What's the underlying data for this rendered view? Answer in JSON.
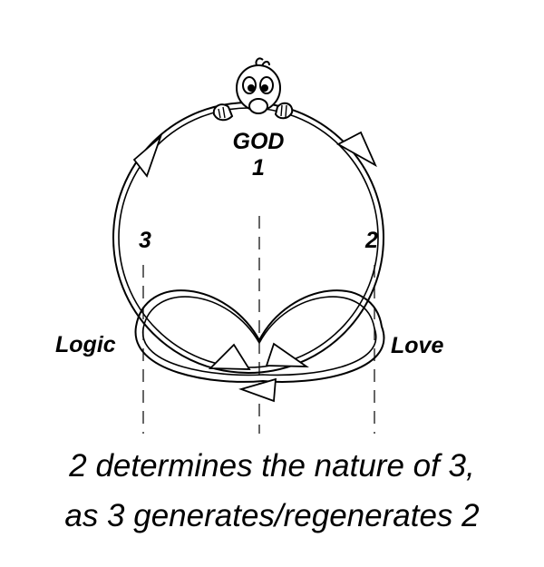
{
  "labels": {
    "god": "GOD",
    "one": "1",
    "two": "2",
    "three": "3",
    "logic": "Logic",
    "love": "Love"
  },
  "caption": {
    "line1": "2 determines the nature of 3,",
    "line2": "as 3 generates/regenerates 2"
  }
}
